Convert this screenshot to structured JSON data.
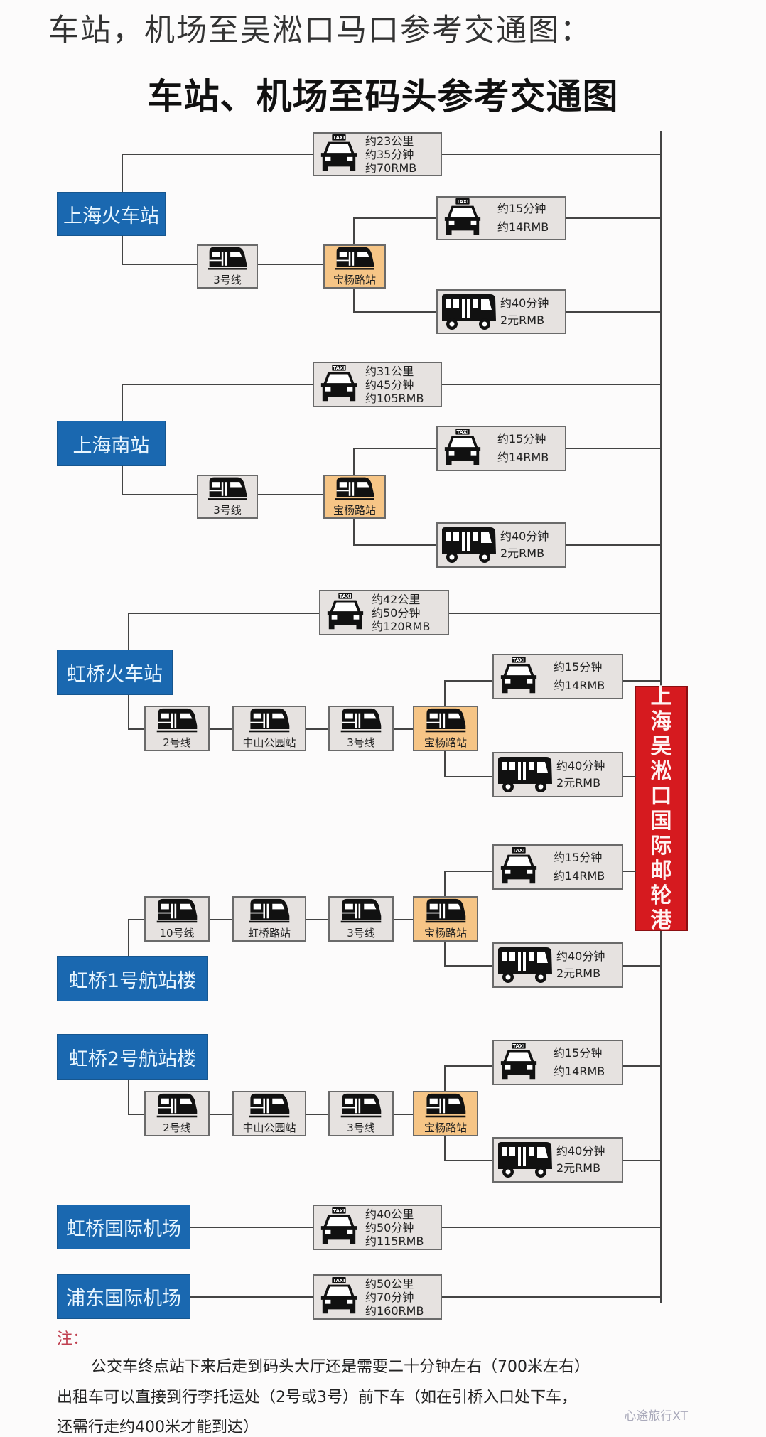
{
  "heading": "车站，机场至吴淞口马口参考交通图：",
  "diagram_title": "车站、机场至码头参考交通图",
  "destination": "上海吴淞口国际邮轮港",
  "colors": {
    "station_blue": "#1a68b0",
    "transfer_orange": "#f6c586",
    "terminal_red": "#d61a1f",
    "card_gray": "#e6e2e0"
  },
  "routes": [
    {
      "origin": "上海火车站",
      "taxi_direct": [
        "约23公里",
        "约35分钟",
        "约70RMB"
      ],
      "metro": [
        "3号线",
        "宝杨路站"
      ],
      "taxi_from_transfer": [
        "约15分钟",
        "约14RMB"
      ],
      "bus_from_transfer": [
        "约40分钟",
        "2元RMB"
      ]
    },
    {
      "origin": "上海南站",
      "taxi_direct": [
        "约31公里",
        "约45分钟",
        "约105RMB"
      ],
      "metro": [
        "3号线",
        "宝杨路站"
      ],
      "taxi_from_transfer": [
        "约15分钟",
        "约14RMB"
      ],
      "bus_from_transfer": [
        "约40分钟",
        "2元RMB"
      ]
    },
    {
      "origin": "虹桥火车站",
      "taxi_direct": [
        "约42公里",
        "约50分钟",
        "约120RMB"
      ],
      "metro": [
        "2号线",
        "中山公园站",
        "3号线",
        "宝杨路站"
      ],
      "taxi_from_transfer": [
        "约15分钟",
        "约14RMB"
      ],
      "bus_from_transfer": [
        "约40分钟",
        "2元RMB"
      ]
    },
    {
      "origin": "虹桥1号航站楼",
      "metro": [
        "10号线",
        "虹桥路站",
        "3号线",
        "宝杨路站"
      ],
      "taxi_from_transfer": [
        "约15分钟",
        "约14RMB"
      ],
      "bus_from_transfer": [
        "约40分钟",
        "2元RMB"
      ]
    },
    {
      "origin": "虹桥2号航站楼",
      "metro": [
        "2号线",
        "中山公园站",
        "3号线",
        "宝杨路站"
      ],
      "taxi_from_transfer": [
        "约15分钟",
        "约14RMB"
      ],
      "bus_from_transfer": [
        "约40分钟",
        "2元RMB"
      ]
    },
    {
      "origin": "虹桥国际机场",
      "taxi_direct": [
        "约40公里",
        "约50分钟",
        "约115RMB"
      ]
    },
    {
      "origin": "浦东国际机场",
      "taxi_direct": [
        "约50公里",
        "约70分钟",
        "约160RMB"
      ]
    }
  ],
  "note": {
    "label": "注：",
    "lines": [
      "公交车终点站下来后走到码头大厅还是需要二十分钟左右（700米左右）",
      "出租车可以直接到行李托运处（2号或3号）前下车（如在引桥入口处下车，",
      "还需行走约400米才能到达）"
    ]
  },
  "watermark": "心途旅行XT"
}
